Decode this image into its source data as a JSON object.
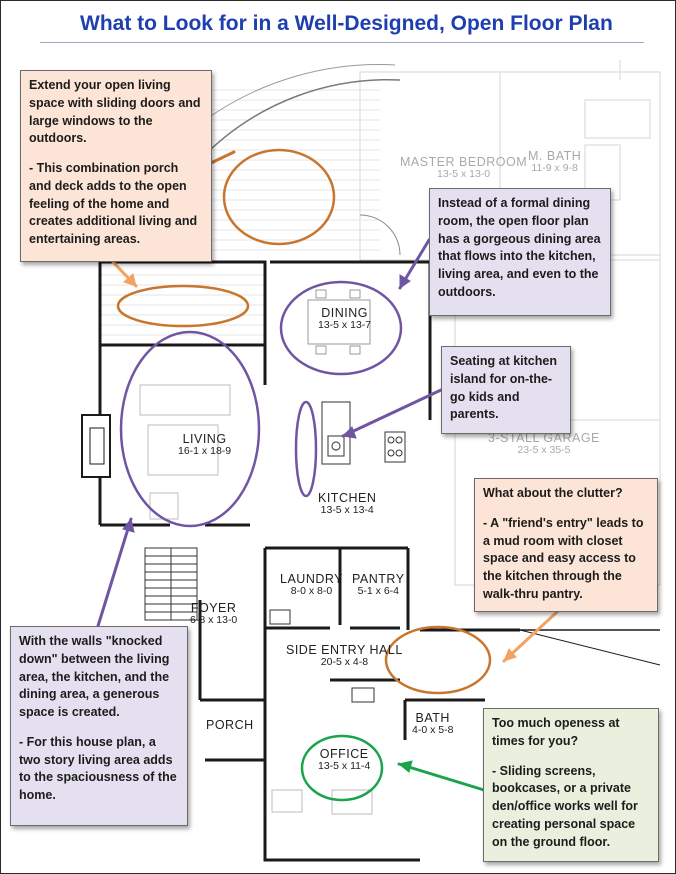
{
  "title": "What to Look for in a Well-Designed, Open Floor Plan",
  "rooms": {
    "master_bedroom": {
      "name": "MASTER BEDROOM",
      "dims": "13-5 x 13-0"
    },
    "master_bath": {
      "name": "M. BATH",
      "dims": "11-9 x 9-8"
    },
    "dining": {
      "name": "DINING",
      "dims": "13-5 x 13-7"
    },
    "living": {
      "name": "LIVING",
      "dims": "16-1 x 18-9"
    },
    "kitchen": {
      "name": "KITCHEN",
      "dims": "13-5 x 13-4"
    },
    "garage": {
      "name": "3-STALL GARAGE",
      "dims": "23-5 x 35-5"
    },
    "laundry": {
      "name": "LAUNDRY",
      "dims": "8-0 x 8-0"
    },
    "pantry": {
      "name": "PANTRY",
      "dims": "5-1 x 6-4"
    },
    "foyer": {
      "name": "FOYER",
      "dims": "6-8 x 13-0"
    },
    "side_entry_hall": {
      "name": "SIDE ENTRY HALL",
      "dims": "20-5 x 4-8"
    },
    "porch": {
      "name": "PORCH"
    },
    "bath": {
      "name": "BATH",
      "dims": "4-0 x 5-8"
    },
    "office": {
      "name": "OFFICE",
      "dims": "13-5 x 11-4"
    }
  },
  "notes": {
    "outdoor": {
      "p1": "Extend your open living space with sliding doors and large windows to the outdoors.",
      "p2": "- This combination porch and deck adds to the open feeling of the home and creates additional living and entertaining areas."
    },
    "dining": {
      "p1": "Instead of a formal dining room, the open floor plan has a gorgeous dining area that flows into the kitchen, living area, and even to the outdoors."
    },
    "seating": {
      "p1": "Seating at kitchen island for on-the-go kids and parents."
    },
    "clutter": {
      "p1": "What about the clutter?",
      "p2": "- A \"friend's entry\" leads to a mud room with closet space and easy access to the kitchen through the walk-thru pantry."
    },
    "walls": {
      "p1": "With the walls \"knocked down\" between the living area, the kitchen, and the dining area, a generous space is created.",
      "p2": "- For this house plan, a two story living area adds to the spaciousness of the home."
    },
    "openness": {
      "p1": "Too much openess at times for you?",
      "p2": "- Sliding screens, bookcases, or a private den/office works well for creating personal space on the ground floor."
    }
  },
  "colors": {
    "title": "#1f3fb0",
    "orange_marker": "#c8762e",
    "purple_marker": "#7056a2",
    "green_marker": "#1aa34a",
    "arrow_orange": "#f4a261",
    "peach_box": "#fce4d6",
    "lavender_box": "#e5e0ef",
    "mint_box": "#e9f0dd"
  },
  "icons": [
    "fireplace-icon",
    "stairs-icon",
    "sofa-icon",
    "dining-table-icon",
    "kitchen-island-icon",
    "range-icon",
    "sink-icon"
  ]
}
